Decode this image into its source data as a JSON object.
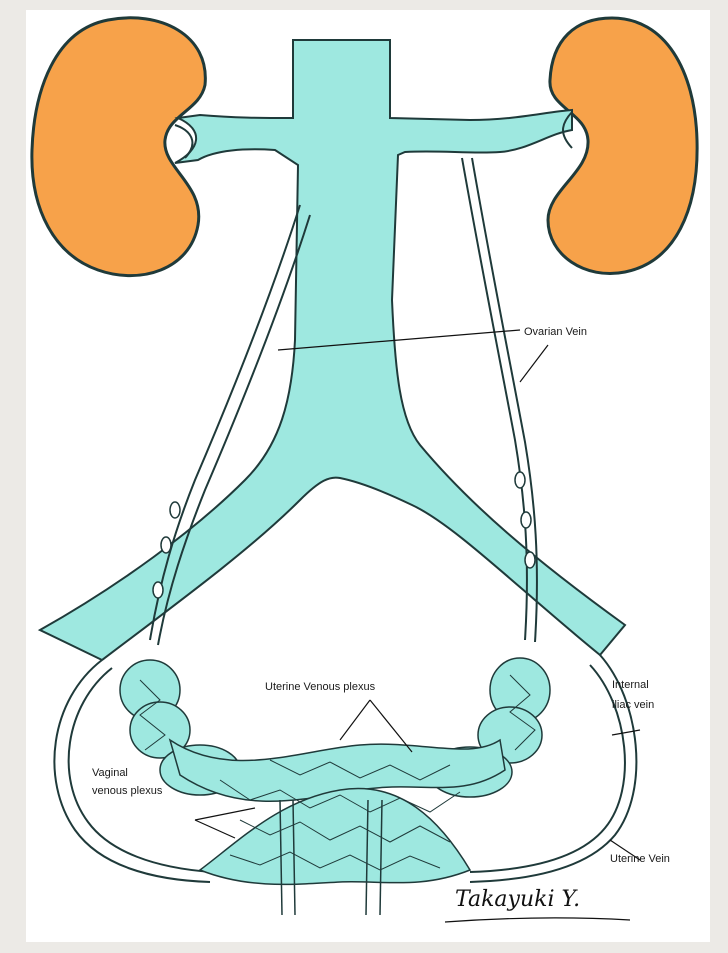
{
  "labels": {
    "ovarian_vein": "Ovarian Vein",
    "uterine_venous_plexus": "Uterine Venous plexus",
    "internal_iliac_vein_line1": "Internal",
    "internal_iliac_vein_line2": "iliac vein",
    "vaginal_venous_plexus_line1": "Vaginal",
    "vaginal_venous_plexus_line2": "venous plexus",
    "uterine_vein": "Uterine Vein",
    "signature": "Takayuki Y."
  },
  "colors": {
    "vein_fill": "#9ee8e0",
    "kidney_fill": "#f7a24a",
    "outline": "#1f3a3a",
    "page_bg": "#eceae6"
  }
}
